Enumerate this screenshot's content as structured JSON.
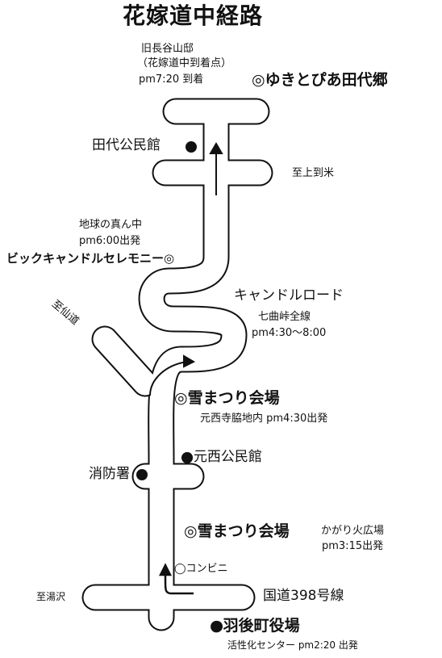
{
  "title": "花嫁道中経路",
  "labels": {
    "old_hasegawa": "旧長谷山邸",
    "hanayome_arrive": "（花嫁道中到着点）",
    "arrive_time": "pm7:20 到着",
    "yukitopia": "◎ゆきとぴあ田代郷",
    "tashiro_hall": "田代公民館",
    "to_kamitome": "至上到米",
    "earth_center": "地球の真ん中",
    "pm6_start": "pm6:00出発",
    "big_candle": "ビックキャンドルセレモニー◎",
    "to_sendo": "至仙道",
    "candle_road": "キャンドルロード",
    "nanamagari": "七曲峠全線",
    "candle_time": "pm4:30〜8:00",
    "yukimatsuri1": "◎雪まつり会場",
    "motonishi_temple": "元西寺脇地内 pm4:30出発",
    "motonishi_hall": "●元西公民館",
    "fire_station": "消防署",
    "yukimatsuri2": "◎雪まつり会場",
    "kagaribi": "かがり火広場",
    "pm315": "pm3:15出発",
    "conbini": "◯コンビニ",
    "to_yuzawa": "至湯沢",
    "route398": "国道398号線",
    "ugo_office": "●羽後町役場",
    "kasseika": "活性化センター pm2:20 出発"
  },
  "colors": {
    "road_stroke": "#111111",
    "road_fill": "#ffffff"
  }
}
